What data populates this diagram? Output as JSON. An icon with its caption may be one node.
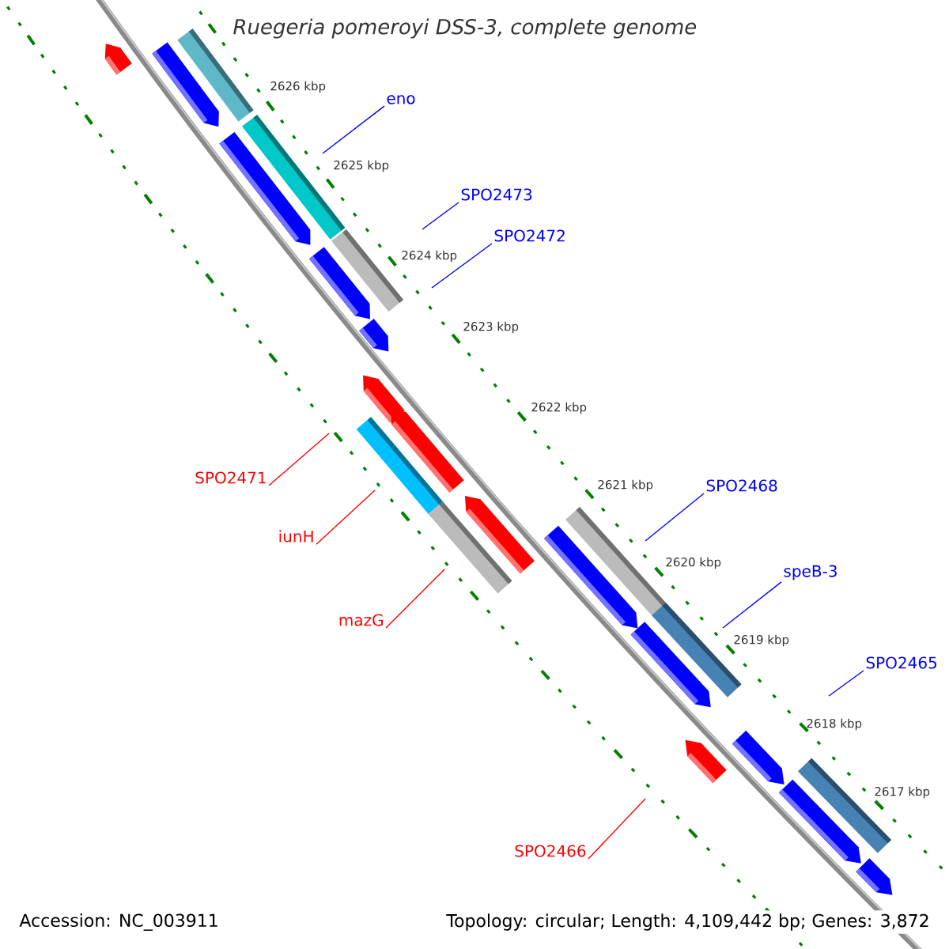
{
  "diagram": {
    "title": "Ruegeria pomeroyi DSS-3, complete genome",
    "nodes": [
      {
        "text": [
          "eno"
        ]
      },
      {
        "text": [
          "SPO2473"
        ]
      },
      {
        "text": [
          "SPO2472"
        ]
      },
      {
        "text": [
          "SPO2471"
        ]
      },
      {
        "text": [
          "SPO2468"
        ]
      },
      {
        "text": [
          "iunH"
        ]
      },
      {
        "text": [
          "speB-3"
        ]
      },
      {
        "text": [
          "mazG"
        ]
      },
      {
        "text": [
          "SPO2465"
        ]
      },
      {
        "text": [
          "SPO2466"
        ]
      }
    ],
    "edges": [
      {
        "from": 0,
        "to": null,
        "arrow": "none"
      },
      {
        "from": 1,
        "to": null,
        "arrow": "none"
      },
      {
        "from": 2,
        "to": null,
        "arrow": "none"
      },
      {
        "from": 3,
        "to": null,
        "arrow": "none",
        "color": "#ff0000"
      },
      {
        "from": 4,
        "to": null,
        "arrow": "none"
      },
      {
        "from": 5,
        "to": null,
        "arrow": "none",
        "color": "#ff0000"
      },
      {
        "from": 6,
        "to": null,
        "arrow": "none"
      },
      {
        "from": 7,
        "to": null,
        "arrow": "none",
        "color": "#ff0000"
      },
      {
        "from": 8,
        "to": null,
        "arrow": "none"
      },
      {
        "from": 9,
        "to": null,
        "arrow": "none",
        "color": "#ff0000"
      }
    ],
    "labels": [
      "2626 kbp",
      "2625 kbp",
      "2624 kbp",
      "2623 kbp",
      "2622 kbp",
      "2621 kbp",
      "2620 kbp",
      "2619 kbp",
      "2618 kbp",
      "2617 kbp",
      "Accession: NC_003911",
      "Topology: circular; Length: 4,109,442 bp; Genes: 3,872"
    ]
  }
}
